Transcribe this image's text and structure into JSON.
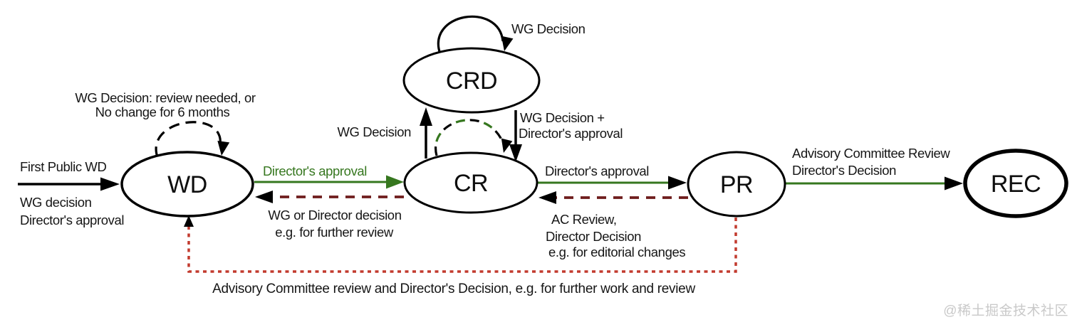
{
  "nodes": {
    "wd": "WD",
    "crd": "CRD",
    "cr": "CR",
    "pr": "PR",
    "rec": "REC"
  },
  "labels": {
    "first_public_wd": "First Public WD",
    "first_public_sub1": "WG decision",
    "first_public_sub2": "Director's approval",
    "wd_loop_1": "WG Decision: review needed, or",
    "wd_loop_2": "No change for 6 months",
    "wd_to_cr": "Director's approval",
    "cr_to_wd_1": "WG or Director decision",
    "cr_to_wd_2": "e.g. for further review",
    "cr_to_crd": "WG Decision",
    "crd_loop": "WG Decision",
    "crd_to_cr_1": "WG Decision +",
    "crd_to_cr_2": "Director's approval",
    "cr_to_pr": "Director's approval",
    "pr_to_cr_1": "AC Review,",
    "pr_to_cr_2": "Director Decision",
    "pr_to_cr_3": "e.g. for editorial changes",
    "pr_to_rec_1": "Advisory Committee Review",
    "pr_to_rec_2": "Director's Decision",
    "pr_to_wd": "Advisory Committee review and Director's Decision, e.g. for further work and review"
  },
  "watermark": "@稀土掘金技术社区",
  "colors": {
    "green": "#36771f",
    "dark_red": "#6f1d1d",
    "bright_red": "#c23a2e",
    "black": "#000000",
    "watermark_gray": "#c9c9c9"
  }
}
